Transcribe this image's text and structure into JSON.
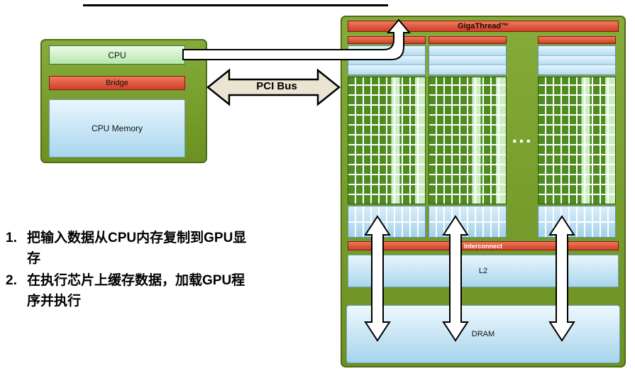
{
  "cpu_block": {
    "cpu": "CPU",
    "bridge": "Bridge",
    "memory": "CPU Memory"
  },
  "bus": {
    "label": "PCI Bus"
  },
  "gpu_block": {
    "gigathread": "GigaThread™",
    "ellipsis": "...",
    "interconnect": "Interconnect",
    "l2": "L2",
    "dram": "DRAM"
  },
  "steps": [
    {
      "num": "1.",
      "text": "把输入数据从CPU内存复制到GPU显存"
    },
    {
      "num": "2.",
      "text": "在执行芯片上缓存数据，加载GPU程序并执行"
    }
  ],
  "colors": {
    "green": "#85ab3a",
    "green_dark": "#4f6b16",
    "green_dark2": "#6c9122",
    "red": "#cf3f2a",
    "red_dark": "#7e2010",
    "core_green": "#4e8b20",
    "core_mint": "#cdeec4",
    "blue_light": "#e9f6fd",
    "blue_mid": "#a9d6ee",
    "cream": "#ece4d2"
  }
}
